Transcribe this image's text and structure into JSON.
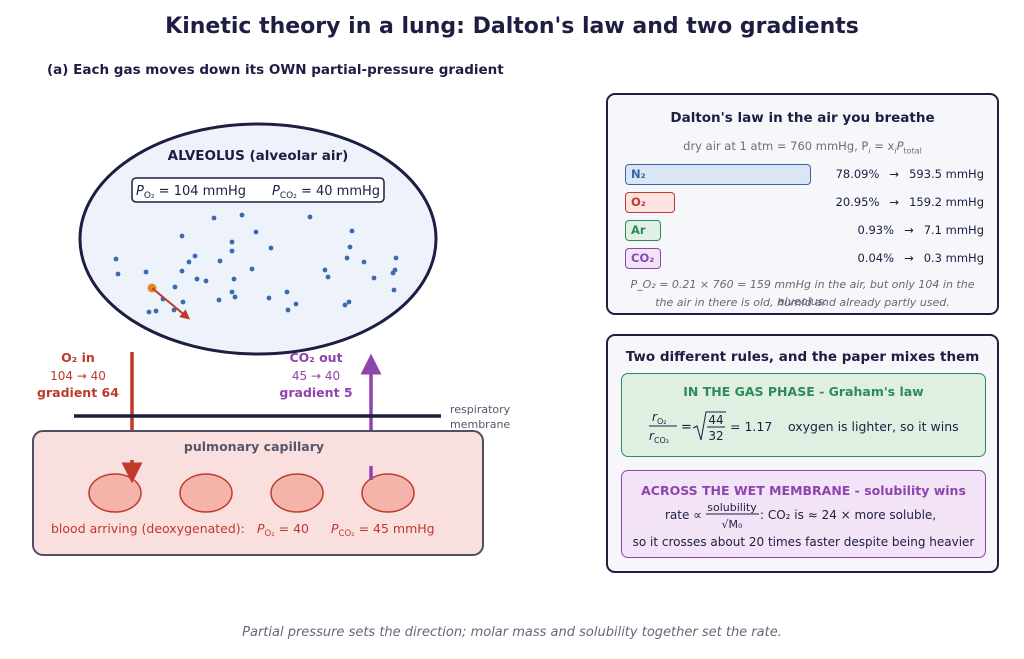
{
  "title": "Kinetic theory in a lung: Dalton's law and two gradients",
  "subtitle": "(a)  Each gas moves down its OWN partial-pressure gradient",
  "footer": "Partial pressure sets the direction; molar mass and solubility together set the rate.",
  "alveolus": {
    "label": "ALVEOLUS  (alveolar air)",
    "po2_label": "P",
    "po2_sub": "O₂",
    "po2_value": " = 104 mmHg",
    "pco2_label": "P",
    "pco2_sub": "CO₂",
    "pco2_value": " = 40 mmHg"
  },
  "o2_flow": {
    "label": "O₂ in",
    "values": "104 → 40",
    "gradient": "gradient 64",
    "color": "#c0392b"
  },
  "co2_flow": {
    "label": "CO₂ out",
    "values": "45 → 40",
    "gradient": "gradient 5",
    "color": "#8e44ad"
  },
  "membrane_label_1": "respiratory",
  "membrane_label_2": "membrane",
  "capillary": {
    "label": "pulmonary capillary",
    "blood_text": "blood arriving (deoxygenated):",
    "po2": "P",
    "po2_sub": "O₂",
    "po2_value": " = 40",
    "pco2": "P",
    "pco2_sub": "CO₂",
    "pco2_value": " = 45  mmHg"
  },
  "dalton": {
    "title": "Dalton's law in the air you breathe",
    "note": "dry air at 1 atm  = 760 mmHg,  P",
    "note_i": "i",
    "note_eq": " = x",
    "note_xi": "i",
    "note_p": "P",
    "note_total": "total",
    "gases": [
      {
        "name": "N₂",
        "fraction": 0.7808,
        "percent": "78.09%",
        "arrow": "→",
        "pressure": "593.5 mmHg",
        "color": "#3a62a7",
        "fill": "#dbe6f4"
      },
      {
        "name": "O₂",
        "fraction": 0.2095,
        "percent": "20.95%",
        "arrow": "→",
        "pressure": "159.2 mmHg",
        "color": "#c0392b",
        "fill": "#fbe3e2"
      },
      {
        "name": "Ar",
        "fraction": 0.0093,
        "percent": "0.93%",
        "arrow": "→",
        "pressure": "7.1 mmHg",
        "color": "#2e8b57",
        "fill": "#dff1e4"
      },
      {
        "name": "CO₂",
        "fraction": 0.0004,
        "percent": "0.04%",
        "arrow": "→",
        "pressure": "0.3 mmHg",
        "color": "#8e44ad",
        "fill": "#f2e3f7"
      }
    ],
    "foot_1": "P_O₂ = 0.21 × 760 = 159 mmHg in the air, but only 104 in the alveolus:",
    "foot_2": "the air in there is old, humid and already partly used."
  },
  "rules": {
    "title": "Two different rules, and the paper mixes them",
    "graham": {
      "title": "IN THE GAS PHASE - Graham's law",
      "ratio_num": "r",
      "ratio_num_sub": "O₂",
      "ratio_den": "r",
      "ratio_den_sub": "CO₂",
      "sqrt_num": "44",
      "sqrt_den": "32",
      "result": "= 1.17",
      "note": "oxygen is lighter, so it wins",
      "color": "#2e8b57"
    },
    "membrane": {
      "title": "ACROSS THE WET MEMBRANE - solubility wins",
      "rate": "rate ∝",
      "frac_num": "solubility",
      "frac_den": "√M₀",
      "tail": ":  CO₂ is  ≈ 24 ×  more soluble,",
      "line2": "so it crosses about 20 times faster despite being heavier",
      "color": "#8e44ad"
    }
  }
}
